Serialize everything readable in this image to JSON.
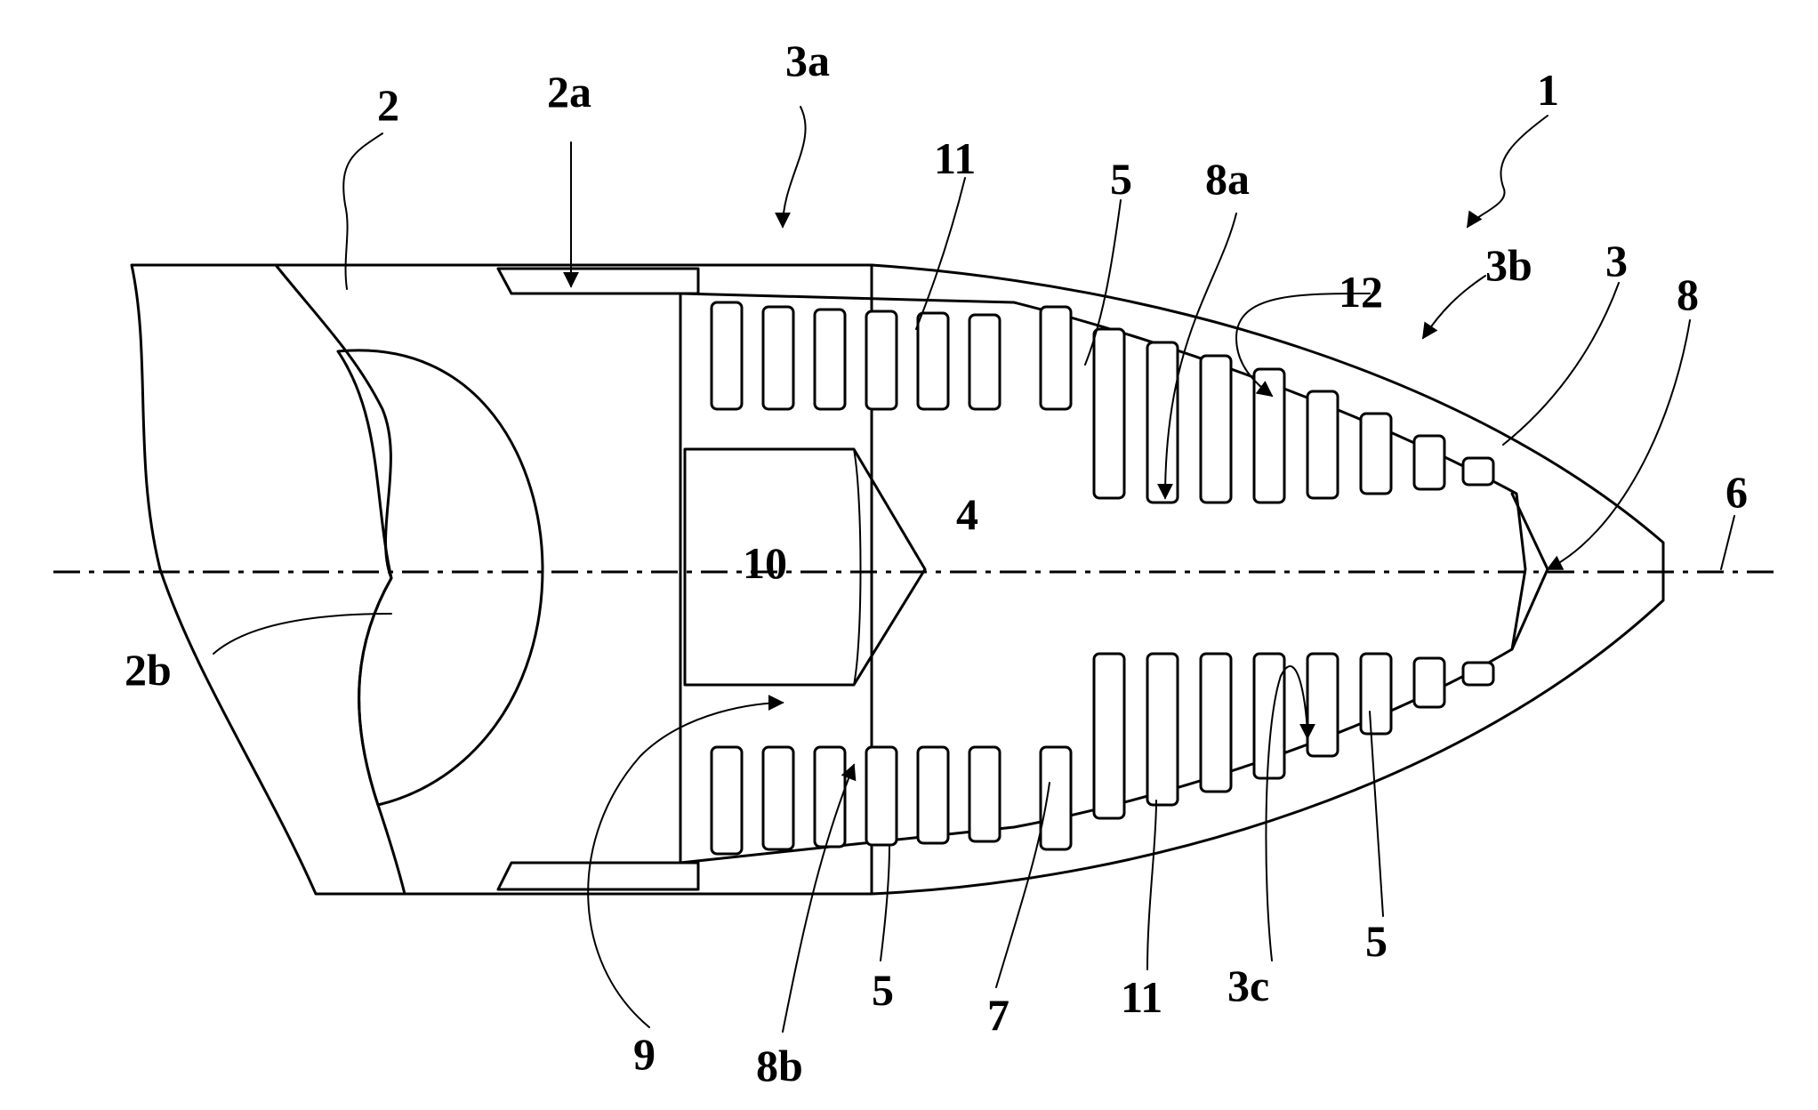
{
  "labels": {
    "l1": "1",
    "l2": "2",
    "l2a": "2a",
    "l2b": "2b",
    "l3": "3",
    "l3a": "3a",
    "l3b": "3b",
    "l3c": "3c",
    "l4": "4",
    "l5_top": "5",
    "l5_bottom_left": "5",
    "l5_bottom_right": "5",
    "l6": "6",
    "l7": "7",
    "l8": "8",
    "l8a": "8a",
    "l8b": "8b",
    "l9": "9",
    "l10": "10",
    "l11_top": "11",
    "l11_bottom": "11",
    "l12": "12"
  },
  "colors": {
    "line": "#000000",
    "background": "#ffffff"
  }
}
